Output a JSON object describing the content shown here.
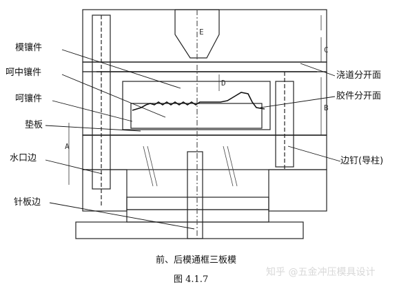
{
  "labels": {
    "mo_xiang_jian": "模镶件",
    "a_zhong_xiang_jian": "呵中镶件",
    "a_xiang_jian": "呵镶件",
    "dian_ban": "垫板",
    "shui_kou_bian": "水口边",
    "zhen_ban_bian": "针板边",
    "jiao_dao_fen_kai_mian": "浇道分开面",
    "jiao_jian_fen_kai_mian": "胶件分开面",
    "bian_ding": "边钉(导柱)"
  },
  "dimensions": {
    "A": "A",
    "B": "B",
    "C": "C",
    "D": "D",
    "E": "E"
  },
  "caption": "前、后模通框三板模",
  "figure_number": "图 4.1.7",
  "watermark": "知乎 @五金冲压模具设计"
}
